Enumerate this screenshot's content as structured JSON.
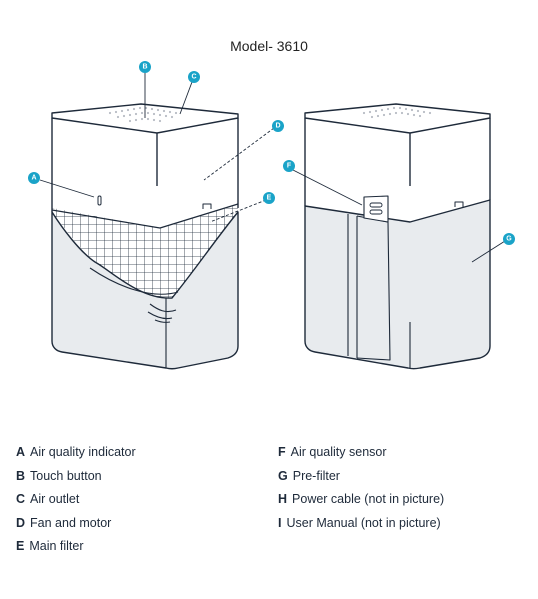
{
  "title": "Model- 3610",
  "colors": {
    "callout": "#1aa3c8",
    "outline": "#1e2a3a",
    "prefilter": "#e8ebee"
  },
  "callouts": [
    "A",
    "B",
    "C",
    "D",
    "E",
    "F",
    "G"
  ],
  "legend": {
    "left": [
      {
        "key": "A",
        "label": "Air quality indicator"
      },
      {
        "key": "B",
        "label": "Touch button"
      },
      {
        "key": "C",
        "label": "Air outlet"
      },
      {
        "key": "D",
        "label": "Fan and motor"
      },
      {
        "key": "E",
        "label": "Main filter"
      }
    ],
    "right": [
      {
        "key": "F",
        "label": "Air quality sensor"
      },
      {
        "key": "G",
        "label": "Pre-filter"
      },
      {
        "key": "H",
        "label": "Power cable (not in picture)"
      },
      {
        "key": "I",
        "label": "User Manual (not in picture)"
      }
    ]
  }
}
